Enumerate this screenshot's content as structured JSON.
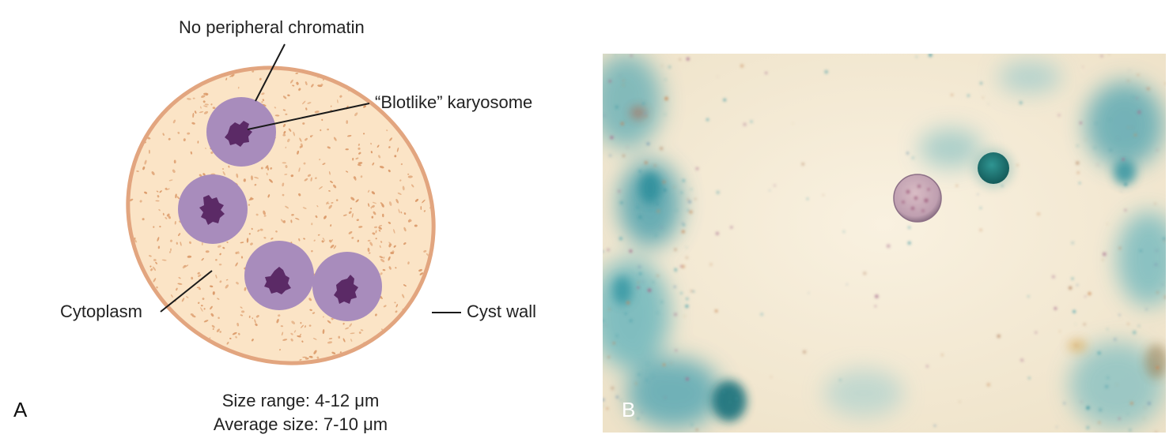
{
  "panel_a": {
    "letter": "A",
    "labels": {
      "no_peripheral_chromatin": "No peripheral chromatin",
      "karyosome": "“Blotlike” karyosome",
      "cytoplasm": "Cytoplasm",
      "cyst_wall": "Cyst wall"
    },
    "size_range": "Size range: 4-12 μm",
    "average_size": "Average size: 7-10 μm",
    "colors": {
      "cyst_wall": "#e2a57f",
      "cytoplasm": "#fbe4c6",
      "cytoplasm_dots": "#dc9c6c",
      "nucleus": "#a88cbc",
      "karyosome": "#5b2a66"
    }
  },
  "panel_b": {
    "letter": "B",
    "colors": {
      "background": "#f4ead6",
      "debris": "#4aa3b0",
      "cyst": "#c9a7b4",
      "stained_organism": "#1f7a78"
    }
  }
}
